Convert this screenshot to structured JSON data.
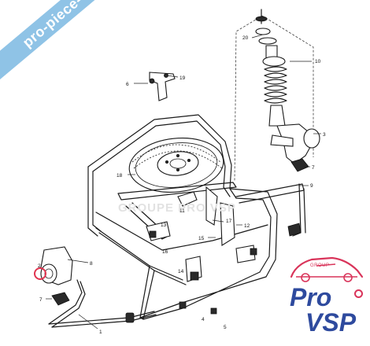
{
  "watermark": {
    "banner_text": "pro-piece-vsp.com",
    "faint_text": "GROUPE PRO VSP"
  },
  "logo": {
    "group_text": "GROUP",
    "word1": "Pro",
    "word2": "VSP",
    "colors": {
      "blue": "#2e4a9e",
      "pink": "#d9345a"
    }
  },
  "colors": {
    "banner": "#8fc3e6",
    "highlight_ring": "#e0334f"
  },
  "callouts": [
    {
      "id": "c20",
      "text": "20"
    },
    {
      "id": "c10",
      "text": "10"
    },
    {
      "id": "c6",
      "text": "6"
    },
    {
      "id": "c19",
      "text": "19"
    },
    {
      "id": "c3",
      "text": "3"
    },
    {
      "id": "c18",
      "text": "18"
    },
    {
      "id": "c7a",
      "text": "7"
    },
    {
      "id": "c9",
      "text": "9"
    },
    {
      "id": "c11",
      "text": "11"
    },
    {
      "id": "c17",
      "text": "17"
    },
    {
      "id": "c12",
      "text": "12"
    },
    {
      "id": "c13",
      "text": "13"
    },
    {
      "id": "c15",
      "text": "15"
    },
    {
      "id": "c16",
      "text": "16"
    },
    {
      "id": "c14",
      "text": "14"
    },
    {
      "id": "c8",
      "text": "8"
    },
    {
      "id": "c7b",
      "text": "7"
    },
    {
      "id": "c1",
      "text": "1"
    },
    {
      "id": "c4",
      "text": "4"
    },
    {
      "id": "c5",
      "text": "5"
    },
    {
      "id": "c2",
      "text": "2"
    }
  ]
}
